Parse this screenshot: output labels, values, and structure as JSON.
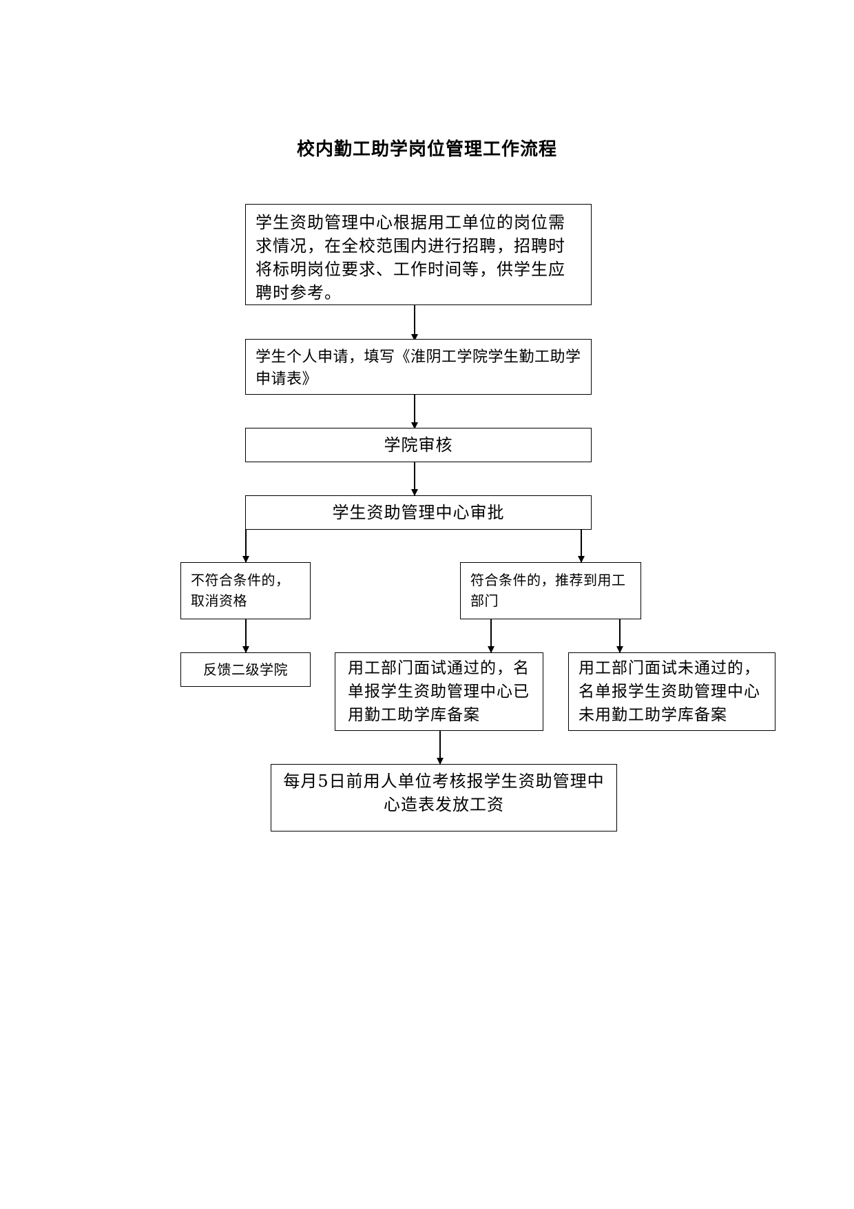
{
  "title": "校内勤工助学岗位管理工作流程",
  "steps": {
    "recruit": "学生资助管理中心根据用工单位的岗位需求情况，在全校范围内进行招聘，招聘时将标明岗位要求、工作时间等，供学生应聘时参考。",
    "apply": "学生个人申请，填写《淮阴工学院学生勤工助学申请表》",
    "college_review": "学院审核",
    "center_approval": "学生资助管理中心审批",
    "not_qualified": "不符合条件的，取消资格",
    "qualified": "符合条件的，推荐到用工部门",
    "feedback": "反馈二级学院",
    "passed": "用工部门面试通过的，名单报学生资助管理中心已用勤工助学库备案",
    "failed": "用工部门面试未通过的，名单报学生资助管理中心未用勤工助学库备案",
    "salary": "每月5日前用人单位考核报学生资助管理中心造表发放工资"
  }
}
